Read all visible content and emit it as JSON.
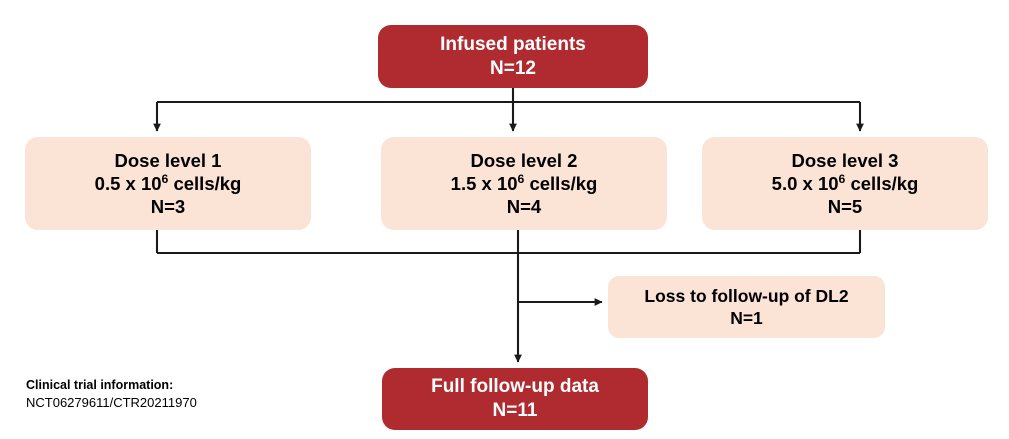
{
  "diagram": {
    "type": "flowchart",
    "title": "Clinical trial patient disposition flow",
    "colors": {
      "primary_fill": "#b02b30",
      "primary_text": "#ffffff",
      "secondary_fill": "#fbe3d6",
      "secondary_text": "#000000",
      "connector": "#1a1a1a",
      "background": "#ffffff"
    },
    "nodes": [
      {
        "id": "infused",
        "style": "primary",
        "lines": [
          "Infused patients",
          "N=12"
        ],
        "label": "Infused patients",
        "count": "N=12"
      },
      {
        "id": "dose1",
        "style": "secondary",
        "label": "Dose level 1",
        "dose_prefix": "0.5 x 10",
        "dose_exponent": "6",
        "dose_suffix": " cells/kg",
        "count": "N=3"
      },
      {
        "id": "dose2",
        "style": "secondary",
        "label": "Dose level 2",
        "dose_prefix": "1.5 x 10",
        "dose_exponent": "6",
        "dose_suffix": " cells/kg",
        "count": "N=4"
      },
      {
        "id": "dose3",
        "style": "secondary",
        "label": "Dose level 3",
        "dose_prefix": "5.0 x 10",
        "dose_exponent": "6",
        "dose_suffix": " cells/kg",
        "count": "N=5"
      },
      {
        "id": "loss",
        "style": "secondary",
        "label": "Loss to follow-up of DL2",
        "count": "N=1"
      },
      {
        "id": "full",
        "style": "primary",
        "label": "Full follow-up data",
        "count": "N=11"
      }
    ],
    "edges": [
      {
        "from": "infused",
        "to": "dose1",
        "kind": "orthogonal-split"
      },
      {
        "from": "infused",
        "to": "dose2",
        "kind": "straight"
      },
      {
        "from": "infused",
        "to": "dose3",
        "kind": "orthogonal-split"
      },
      {
        "from": "dose1",
        "to": "full",
        "kind": "orthogonal-merge"
      },
      {
        "from": "dose2",
        "to": "full",
        "kind": "straight"
      },
      {
        "from": "dose3",
        "to": "full",
        "kind": "orthogonal-merge"
      },
      {
        "from": "merge-bus",
        "to": "loss",
        "kind": "branch-right"
      }
    ]
  },
  "footnote": {
    "title": "Clinical trial information:",
    "identifier": "NCT06279611/CTR20211970"
  }
}
